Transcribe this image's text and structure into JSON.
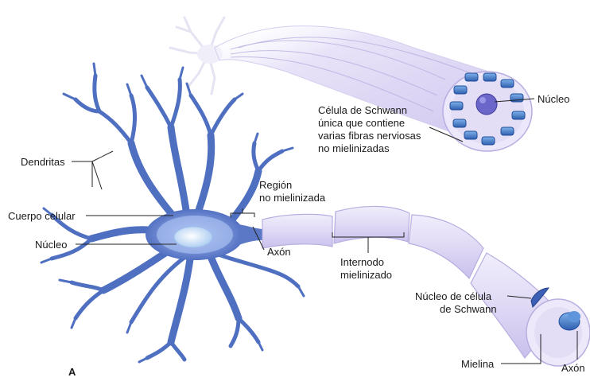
{
  "labels": {
    "dendritas": "Dendritas",
    "cuerpo_celular": "Cuerpo celular",
    "nucleo_neurona": "Núcleo",
    "region_line1": "Región",
    "region_line2": "no mielinizada",
    "axon_top": "Axón",
    "internodo_line1": "Internodo",
    "internodo_line2": "mielinizado",
    "nucleo_schwann_line1": "Núcleo de célula",
    "nucleo_schwann_line2": "de Schwann",
    "mielina": "Mielina",
    "axon_bottom": "Axón",
    "nucleo_top": "Núcleo",
    "schwann_line1": "Célula de Schwann",
    "schwann_line2": "única que contiene",
    "schwann_line3": "varias fibras nerviosas",
    "schwann_line4": "no mielinizadas",
    "panel": "A"
  },
  "colors": {
    "neuron_fill": "#4f6fc0",
    "neuron_glow": "#9fb8ee",
    "nucleus_fill": "#cfe6fb",
    "myelin_fill": "#e1dcf6",
    "myelin_stroke": "#b8aee0",
    "axon_core": "#3a6ab8",
    "leader_line": "#222222"
  }
}
